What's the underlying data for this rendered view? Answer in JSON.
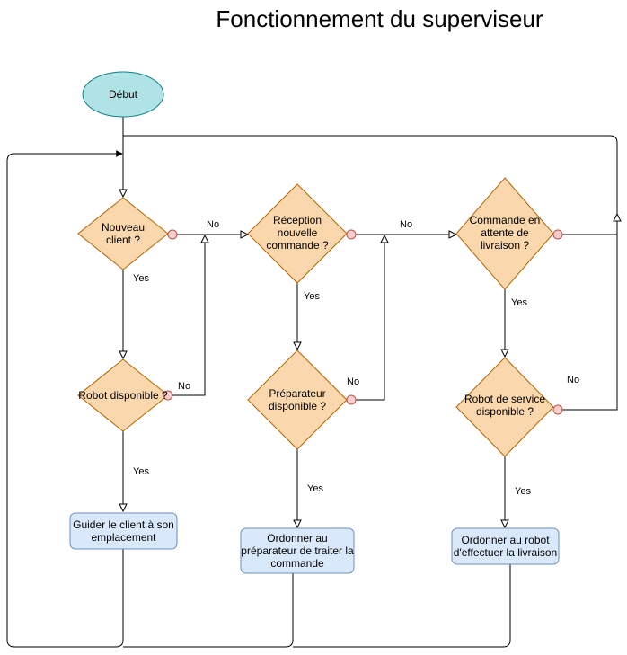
{
  "title": "Fonctionnement du superviseur",
  "colors": {
    "start_fill": "#b0e3e6",
    "start_stroke": "#0e8088",
    "decision_fill": "#fad7ac",
    "decision_stroke": "#b46504",
    "action_fill": "#dae8fc",
    "action_stroke": "#6c8ebf",
    "line": "#000000",
    "no_port": "#f8cecc"
  },
  "nodes": {
    "start": "Début",
    "d_client": "Nouveau client ?",
    "d_robot": "Robot disponible ?",
    "d_reception": "Réception nouvelle commande ?",
    "d_preparateur": "Préparateur disponible ?",
    "d_livraison": "Commande en attente de livraison ?",
    "d_robot_service": "Robot de service disponible ?",
    "a_guider": "Guider le client à son emplacement",
    "a_preparateur": "Ordonner au préparateur de traiter la commande",
    "a_livraison": "Ordonner au robot d'effectuer la livraison"
  },
  "edge_labels": {
    "yes": "Yes",
    "no": "No"
  }
}
